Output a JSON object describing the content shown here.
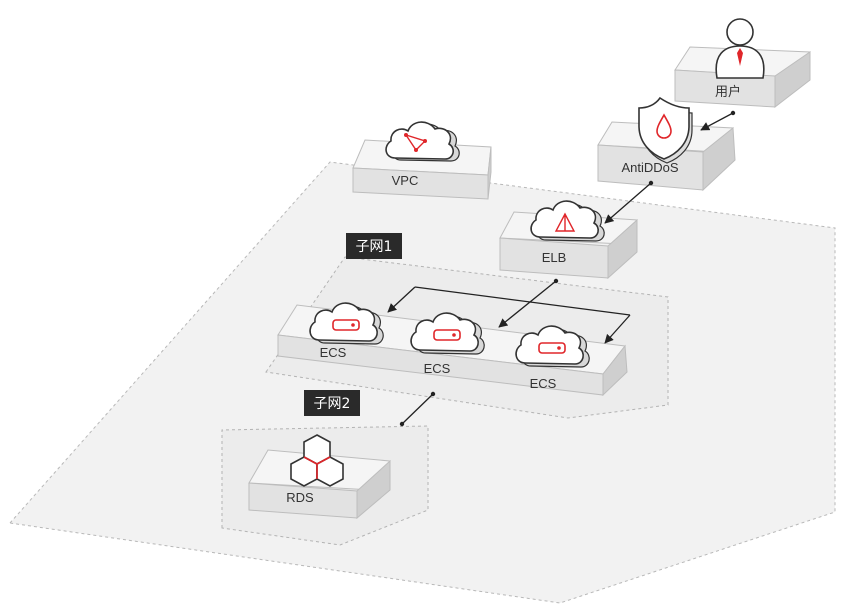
{
  "nodes": {
    "user": "用户",
    "antiddos": "AntiDDoS",
    "vpc": "VPC",
    "elb": "ELB",
    "ecs1": "ECS",
    "ecs2": "ECS",
    "ecs3": "ECS",
    "rds": "RDS"
  },
  "subnets": {
    "subnet1": "子网1",
    "subnet2": "子网2"
  },
  "colors": {
    "accent": "#e0262a",
    "tag_bg": "#2a2a2a",
    "border": "#b5b5b5",
    "platform_face": "#f3f3f3",
    "platform_front": "#dcdcdc",
    "platform_side": "#c8c8c8"
  }
}
